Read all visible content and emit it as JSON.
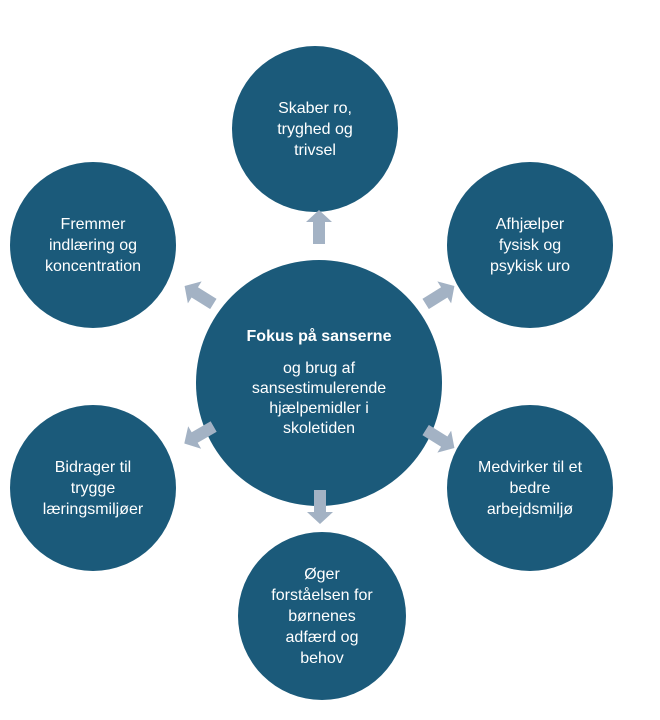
{
  "center": {
    "title": "Fokus på sanserne",
    "lines": [
      "og brug af",
      "sansestimulerende",
      "hjælpemidler i",
      "skoletiden"
    ]
  },
  "nodes": [
    {
      "id": "top",
      "lines": [
        "Skaber ro,",
        "tryghed og",
        "trivsel"
      ]
    },
    {
      "id": "upper-right",
      "lines": [
        "Afhjælper",
        "fysisk og",
        "psykisk uro"
      ]
    },
    {
      "id": "lower-right",
      "lines": [
        "Medvirker til et",
        "bedre",
        "arbejdsmiljø"
      ]
    },
    {
      "id": "bottom",
      "lines": [
        "Øger",
        "forståelsen for",
        "børnenes",
        "adfærd og",
        "behov"
      ]
    },
    {
      "id": "lower-left",
      "lines": [
        "Bidrager til",
        "trygge",
        "læringsmiljøer"
      ]
    },
    {
      "id": "upper-left",
      "lines": [
        "Fremmer",
        "indlæring og",
        "koncentration"
      ]
    }
  ],
  "colors": {
    "circle": "#1b5a7a",
    "arrow": "#a3b2c4",
    "text": "#ffffff"
  }
}
